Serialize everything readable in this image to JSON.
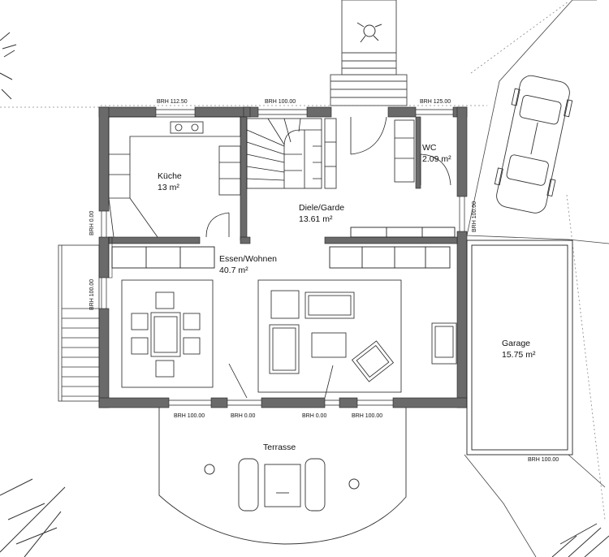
{
  "rooms": {
    "kueche": {
      "name": "Küche",
      "area": "13 m²"
    },
    "diele": {
      "name": "Diele/Garde",
      "area": "13.61 m²"
    },
    "wc": {
      "name": "WC",
      "area": "2.09 m²"
    },
    "essen": {
      "name": "Essen/Wohnen",
      "area": "40.7 m²"
    },
    "garage": {
      "name": "Garage",
      "area": "15.75 m²"
    },
    "terrasse": {
      "name": "Terrasse"
    }
  },
  "brh": {
    "top_left": "BRH 112.50",
    "top_mid": "BRH 100.00",
    "top_right": "BRH 125.00",
    "left_upper": "BRH 0.00",
    "left_lower": "BRH 100.00",
    "right_upper": "BRH 100.00",
    "bottom_1": "BRH 100.00",
    "bottom_2": "BRH 0.00",
    "bottom_3": "BRH 0.00",
    "bottom_4": "BRH 100.00",
    "garage_bottom": "BRH 100.00"
  },
  "colors": {
    "wall": "#555555",
    "line": "#222222",
    "dash": "#888888"
  }
}
